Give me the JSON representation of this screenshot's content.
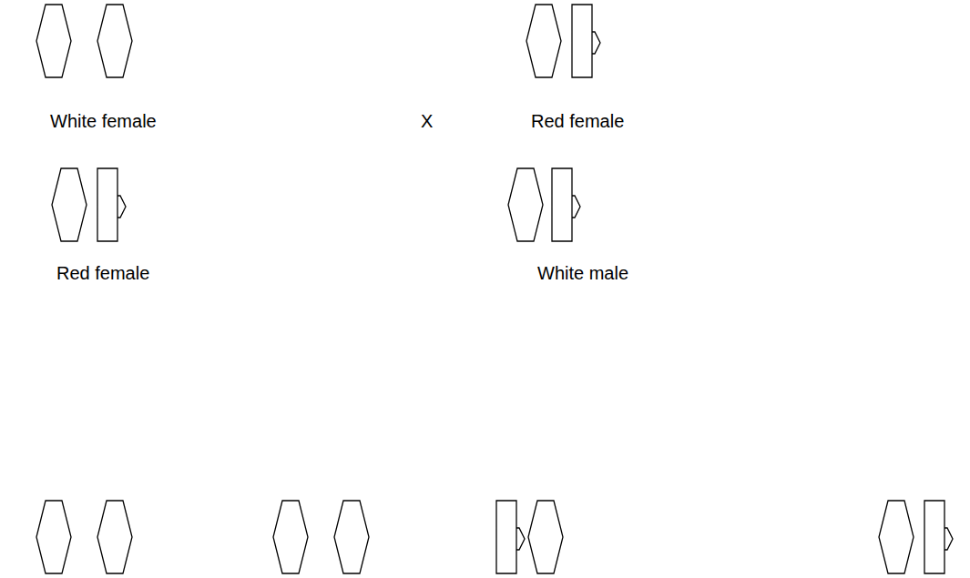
{
  "diagram": {
    "labels": [
      "White female",
      "X",
      "Red female",
      "Red female",
      "White male"
    ]
  }
}
